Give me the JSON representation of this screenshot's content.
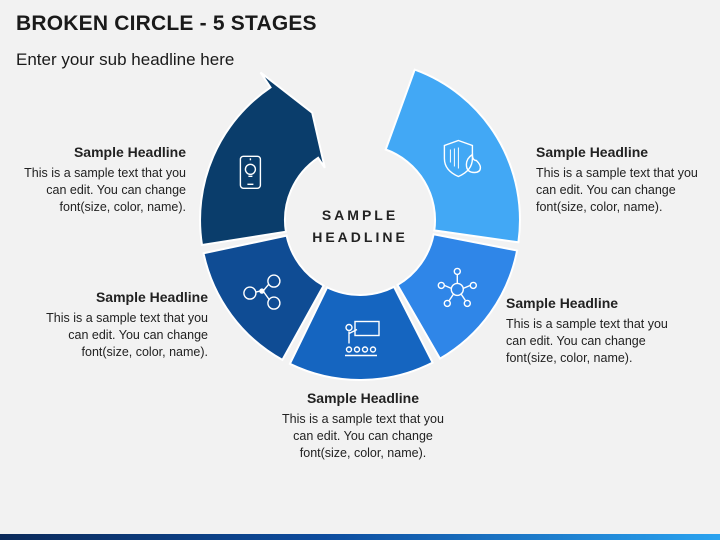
{
  "title": "BROKEN CIRCLE - 5 STAGES",
  "subtitle": "Enter your sub headline here",
  "center": {
    "line1": "SAMPLE",
    "line2": "HEADLINE"
  },
  "stages": [
    {
      "headline": "Sample Headline",
      "line1": "This is a sample text that you",
      "line2": "can edit. You can change",
      "line3": "font(size, color, name).",
      "color": "#0a3d6b",
      "icon": "tablet-lightbulb-icon"
    },
    {
      "headline": "Sample Headline",
      "line1": "This is a sample text that you",
      "line2": "can edit. You can change",
      "line3": "font(size, color, name).",
      "color": "#0f4c94",
      "icon": "people-network-icon"
    },
    {
      "headline": "Sample Headline",
      "line1": "This is a sample text that you",
      "line2": "can edit. You can change",
      "line3": "font(size, color, name).",
      "color": "#1565c0",
      "icon": "presentation-audience-icon"
    },
    {
      "headline": "Sample Headline",
      "line1": "This is a sample text that you",
      "line2": "can edit. You can change",
      "line3": "font(size, color, name).",
      "color": "#2f86e8",
      "icon": "network-hub-icon"
    },
    {
      "headline": "Sample Headline",
      "line1": "This is a sample text that you",
      "line2": "can edit. You can change",
      "line3": "font(size, color, name).",
      "color": "#42a8f5",
      "icon": "shield-fire-icon"
    }
  ]
}
